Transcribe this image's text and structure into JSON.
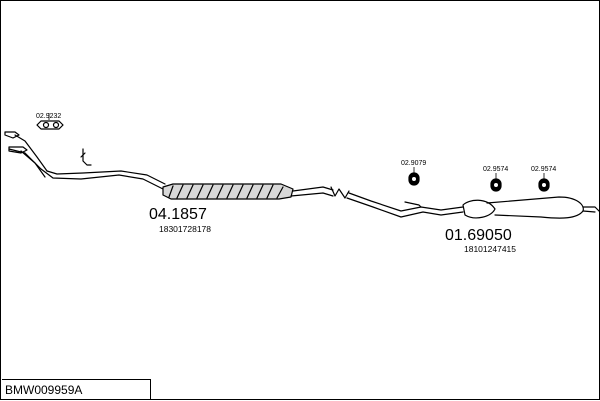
{
  "parts": {
    "front_pipe_clamp": "02.9232",
    "center_section": "04.1857",
    "center_section_oem": "18301728178",
    "hanger_a": "02.9079",
    "hanger_b": "02.9574",
    "hanger_c": "02.9574",
    "rear_silencer": "01.69050",
    "rear_silencer_oem": "18101247415"
  },
  "footer": {
    "model_code": "BMW009959A"
  }
}
